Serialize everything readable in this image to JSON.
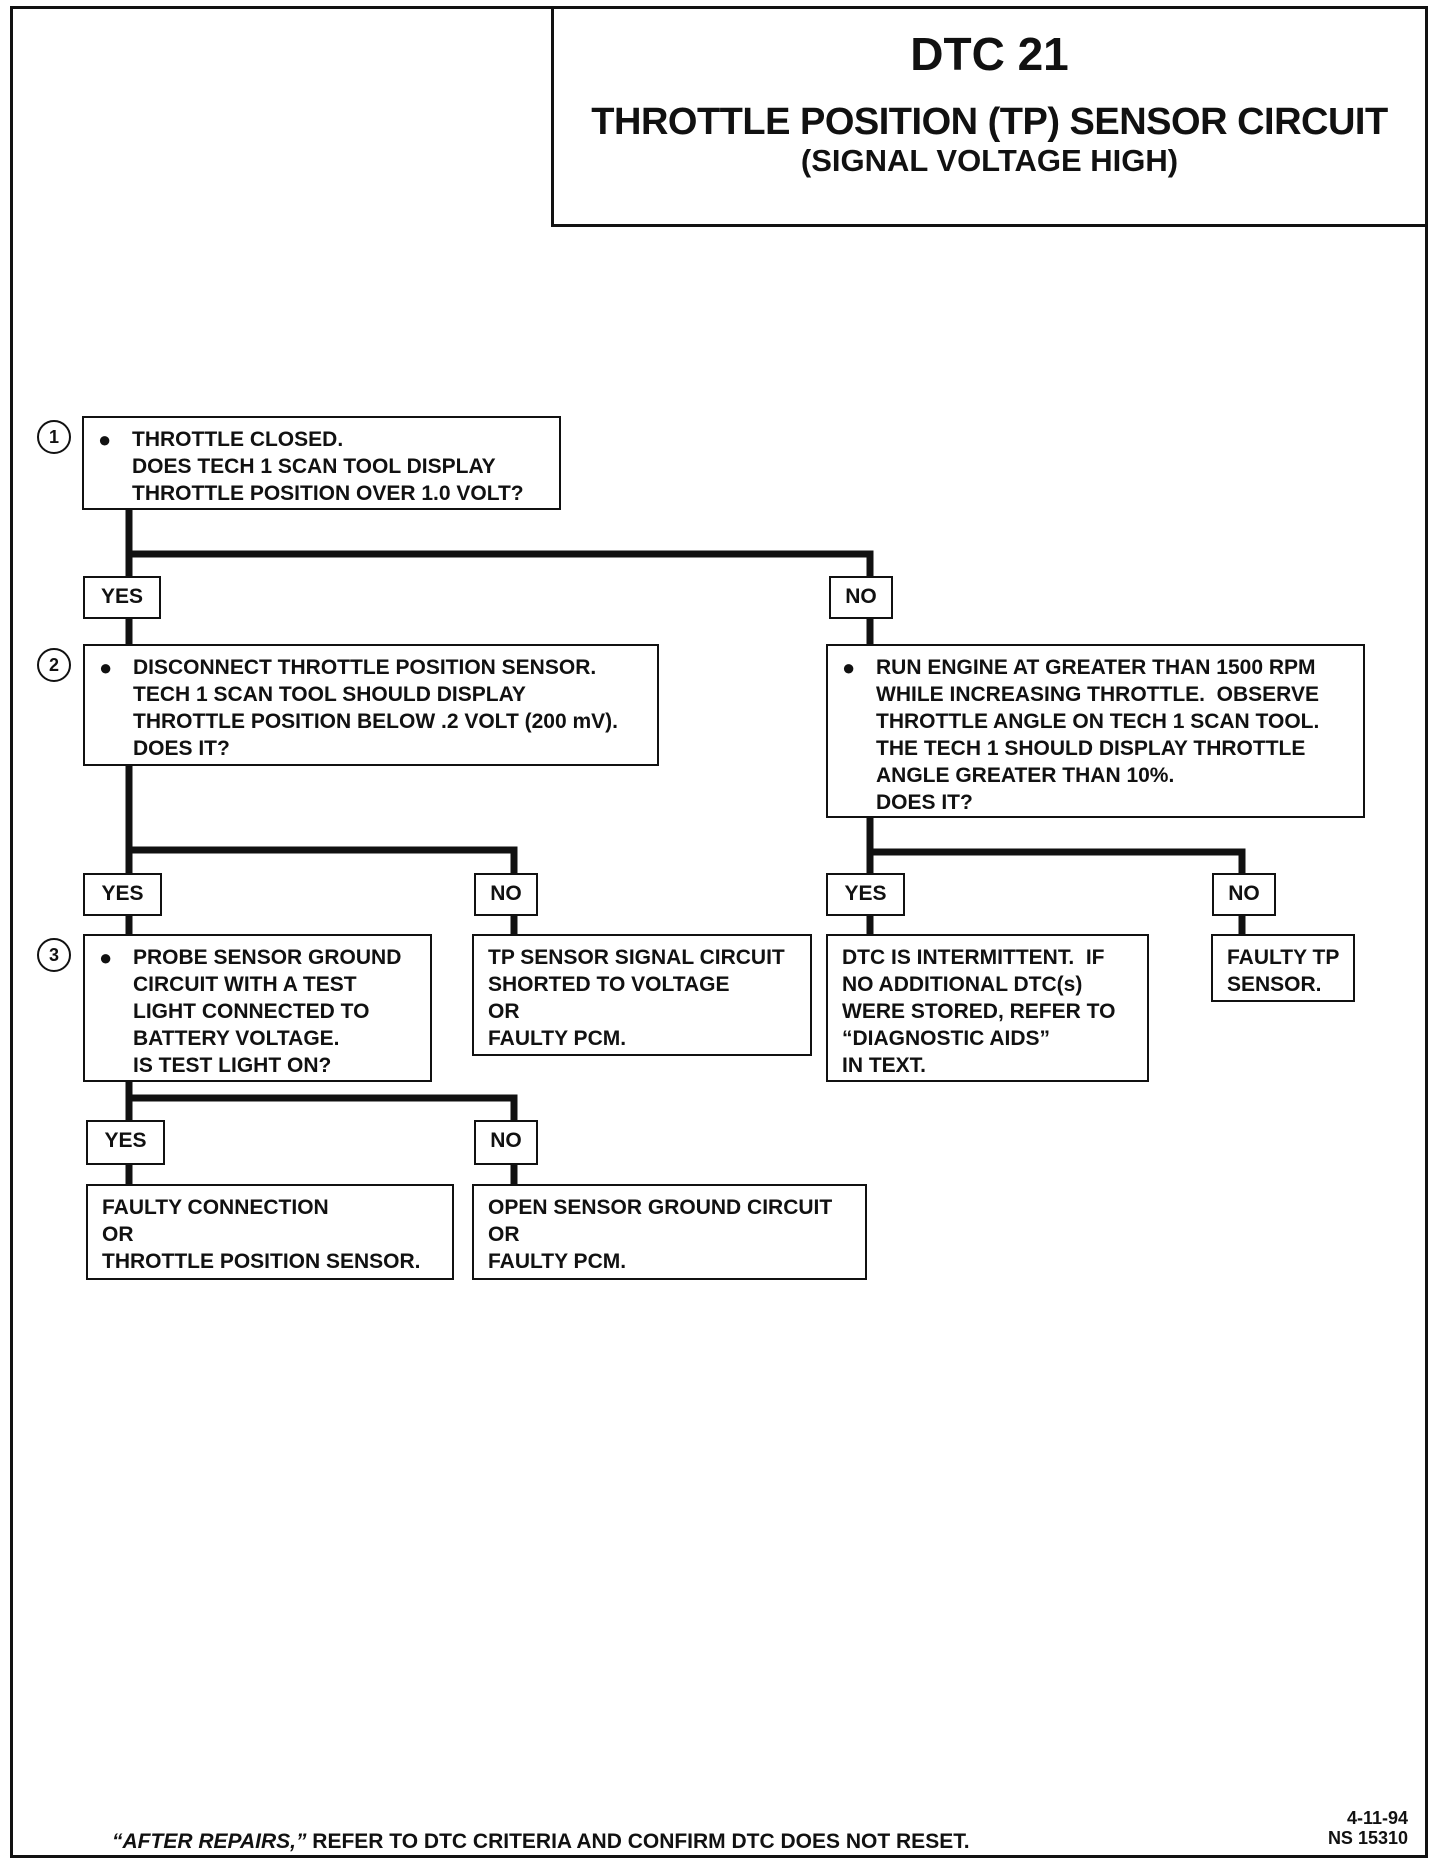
{
  "header": {
    "code": "DTC 21",
    "title": "THROTTLE POSITION (TP) SENSOR CIRCUIT",
    "subtitle": "(SIGNAL VOLTAGE HIGH)"
  },
  "steps": [
    {
      "num": "1",
      "text": "THROTTLE CLOSED.\nDOES TECH 1 SCAN TOOL DISPLAY\nTHROTTLE POSITION OVER 1.0 VOLT?"
    },
    {
      "num": "2",
      "text": "DISCONNECT THROTTLE POSITION SENSOR.\nTECH 1 SCAN TOOL SHOULD DISPLAY\nTHROTTLE POSITION BELOW .2 VOLT (200 mV).\nDOES IT?"
    },
    {
      "num": "3",
      "text": "PROBE SENSOR GROUND\nCIRCUIT WITH A TEST\nLIGHT CONNECTED TO\nBATTERY VOLTAGE.\nIS TEST LIGHT ON?"
    }
  ],
  "boxes": {
    "run_engine": "RUN ENGINE AT GREATER THAN 1500 RPM\nWHILE INCREASING THROTTLE.  OBSERVE\nTHROTTLE ANGLE ON TECH 1 SCAN TOOL.\nTHE TECH 1 SHOULD DISPLAY THROTTLE\nANGLE GREATER THAN 10%.\nDOES IT?",
    "tp_shorted": "TP SENSOR SIGNAL CIRCUIT\nSHORTED TO VOLTAGE\nOR\nFAULTY PCM.",
    "intermittent": "DTC IS INTERMITTENT.  IF\nNO ADDITIONAL DTC(s)\nWERE STORED, REFER TO\n“DIAGNOSTIC AIDS”\nIN TEXT.",
    "faulty_tp": "FAULTY TP\nSENSOR.",
    "faulty_conn": "FAULTY CONNECTION\nOR\nTHROTTLE POSITION SENSOR.",
    "open_ground": "OPEN SENSOR GROUND CIRCUIT\nOR\nFAULTY PCM."
  },
  "labels": {
    "yes": "YES",
    "no": "NO"
  },
  "footer": {
    "after_repairs": "“AFTER REPAIRS,”",
    "note": " REFER TO DTC CRITERIA AND CONFIRM DTC DOES NOT RESET.",
    "date": "4-11-94",
    "ref": "NS 15310"
  }
}
